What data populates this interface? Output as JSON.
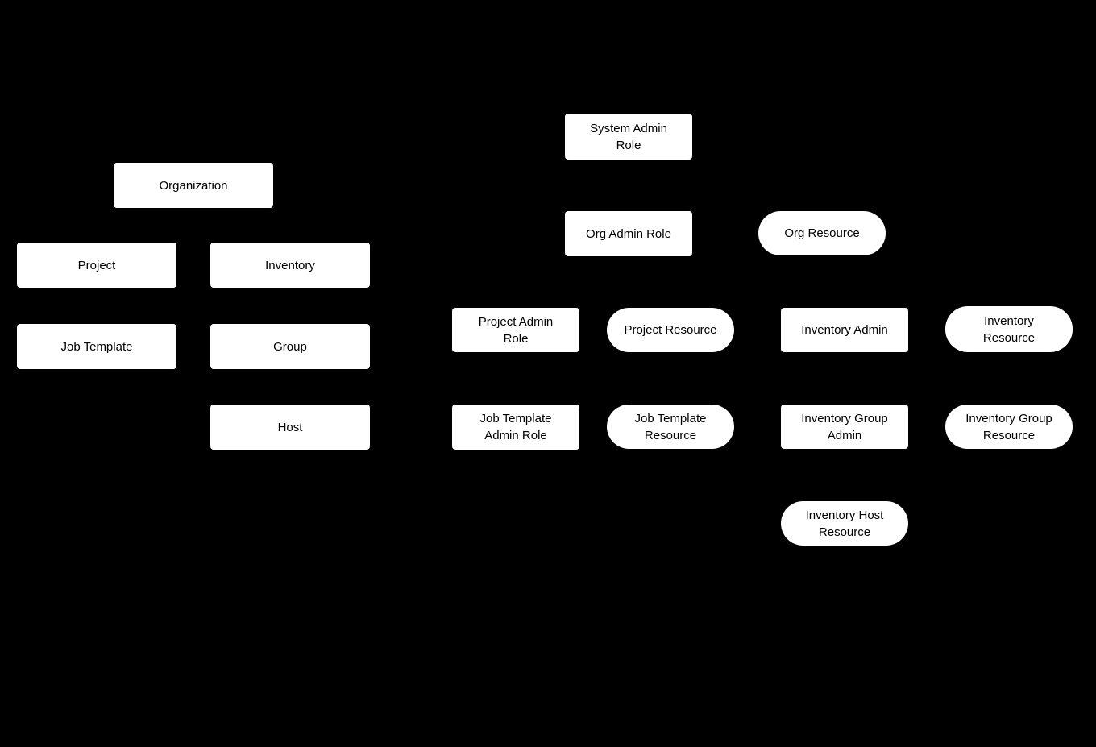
{
  "page": {
    "background_color": "#000000",
    "node_fill_color": "#ffffff",
    "node_text_color": "#000000"
  },
  "nodes": {
    "organization": {
      "label": "Organization",
      "shape": "rect"
    },
    "project": {
      "label": "Project",
      "shape": "rect"
    },
    "inventory": {
      "label": "Inventory",
      "shape": "rect"
    },
    "job_template": {
      "label": "Job Template",
      "shape": "rect"
    },
    "group": {
      "label": "Group",
      "shape": "rect"
    },
    "host": {
      "label": "Host",
      "shape": "rect"
    },
    "system_admin_role": {
      "label": "System Admin Role",
      "shape": "rect"
    },
    "org_admin_role": {
      "label": "Org Admin Role",
      "shape": "rect"
    },
    "org_resource": {
      "label": "Org Resource",
      "shape": "rounded"
    },
    "project_admin_role": {
      "label": "Project Admin Role",
      "shape": "rect"
    },
    "project_resource": {
      "label": "Project Resource",
      "shape": "rounded"
    },
    "inventory_admin": {
      "label": "Inventory Admin",
      "shape": "rect"
    },
    "inventory_resource": {
      "label": "Inventory Resource",
      "shape": "rounded"
    },
    "job_template_admin_role": {
      "label": "Job Template Admin Role",
      "shape": "rect"
    },
    "job_template_resource": {
      "label": "Job Template Resource",
      "shape": "rounded"
    },
    "inventory_group_admin": {
      "label": "Inventory Group Admin",
      "shape": "rect"
    },
    "inventory_group_resource": {
      "label": "Inventory Group Resource",
      "shape": "rounded"
    },
    "inventory_host_resource": {
      "label": "Inventory Host Resource",
      "shape": "rounded"
    }
  }
}
